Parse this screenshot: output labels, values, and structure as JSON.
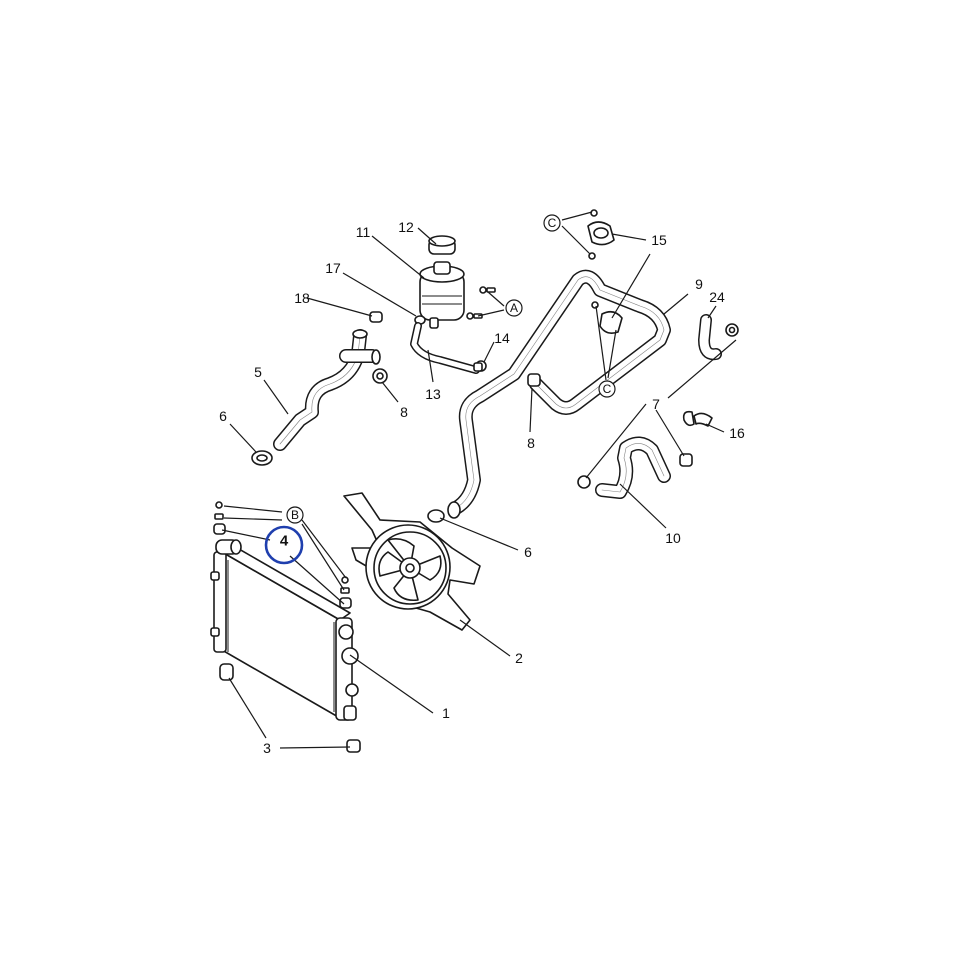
{
  "diagram": {
    "callouts": {
      "n1": "1",
      "n2": "2",
      "n3": "3",
      "n4": "4",
      "n5": "5",
      "n6a": "6",
      "n6b": "6",
      "n7": "7",
      "n8a": "8",
      "n8b": "8",
      "n9": "9",
      "n10": "10",
      "n11": "11",
      "n12": "12",
      "n13": "13",
      "n14": "14",
      "n15": "15",
      "n16": "16",
      "n17": "17",
      "n18": "18",
      "n24": "24"
    },
    "refs": {
      "A": "A",
      "B": "B",
      "C1": "C",
      "C2": "C"
    },
    "highlight": {
      "part": "4",
      "color": "#1f3fae"
    }
  }
}
